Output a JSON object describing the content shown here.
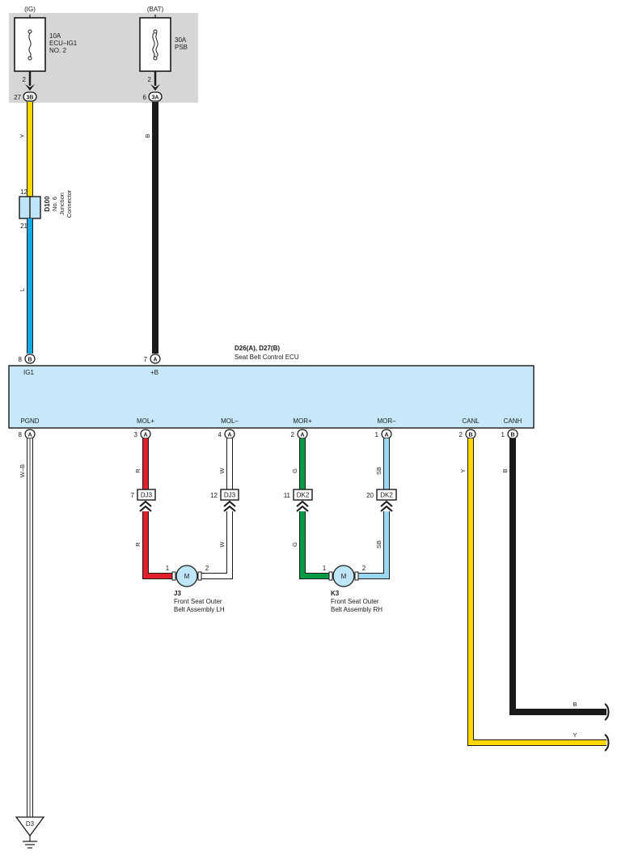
{
  "fuse_box": {
    "ig": {
      "source": "(IG)",
      "rating": "10A",
      "name1": "ECU–IG1",
      "name2": "NO. 2",
      "pin": "2",
      "term_pin": "27",
      "term_conn": "3B"
    },
    "bat": {
      "source": "(BAT)",
      "rating": "30A",
      "name": "PSB",
      "pin": "2",
      "term_pin": "6",
      "term_conn": "3A"
    }
  },
  "junction": {
    "id": "D100",
    "line1": "No. 6",
    "line2": "Junction",
    "line3": "Connector",
    "pin_top": "12",
    "pin_bottom": "21"
  },
  "ecu": {
    "id": "D26(A), D27(B)",
    "name": "Seat Belt Control ECU",
    "top_pins": [
      {
        "pin": "8",
        "conn": "B",
        "label": "IG1"
      },
      {
        "pin": "7",
        "conn": "A",
        "label": "+B"
      }
    ],
    "bottom_pins": [
      {
        "pin": "8",
        "conn": "A",
        "label": "PGND"
      },
      {
        "pin": "3",
        "conn": "A",
        "label": "MOL+"
      },
      {
        "pin": "4",
        "conn": "A",
        "label": "MOL–"
      },
      {
        "pin": "2",
        "conn": "A",
        "label": "MOR+"
      },
      {
        "pin": "1",
        "conn": "A",
        "label": "MOR–"
      },
      {
        "pin": "2",
        "conn": "B",
        "label": "CANL"
      },
      {
        "pin": "1",
        "conn": "B",
        "label": "CANH"
      }
    ]
  },
  "wires": {
    "ig_upper": "Y",
    "ig_lower": "L",
    "bat": "B",
    "pgnd": "W–B",
    "mol_plus_upper": "R",
    "mol_plus_lower": "R",
    "mol_minus_upper": "W",
    "mol_minus_lower": "W",
    "mor_plus_upper": "G",
    "mor_plus_lower": "G",
    "mor_minus_upper": "SB",
    "mor_minus_lower": "SB",
    "canl": "Y",
    "canl_end": "Y",
    "canh": "B",
    "canh_end": "B"
  },
  "wire_colors": {
    "yellow": "#ffd800",
    "blue": "#12a8e0",
    "black": "#1a1a1a",
    "red": "#e0202a",
    "green": "#009a44",
    "light_blue": "#9cd7f0",
    "white": "#ffffff"
  },
  "connectors": [
    {
      "pin": "7",
      "id": "DJ3"
    },
    {
      "pin": "12",
      "id": "DJ3"
    },
    {
      "pin": "11",
      "id": "DK2"
    },
    {
      "pin": "20",
      "id": "DK2"
    }
  ],
  "motors": [
    {
      "symbol": "M",
      "id": "J3",
      "line1": "Front Seat Outer",
      "line2": "Belt Assembly LH",
      "pin_left": "1",
      "pin_right": "2"
    },
    {
      "symbol": "M",
      "id": "K3",
      "line1": "Front Seat Outer",
      "line2": "Belt Assembly RH",
      "pin_left": "1",
      "pin_right": "2"
    }
  ],
  "ground": {
    "id": "D3"
  }
}
